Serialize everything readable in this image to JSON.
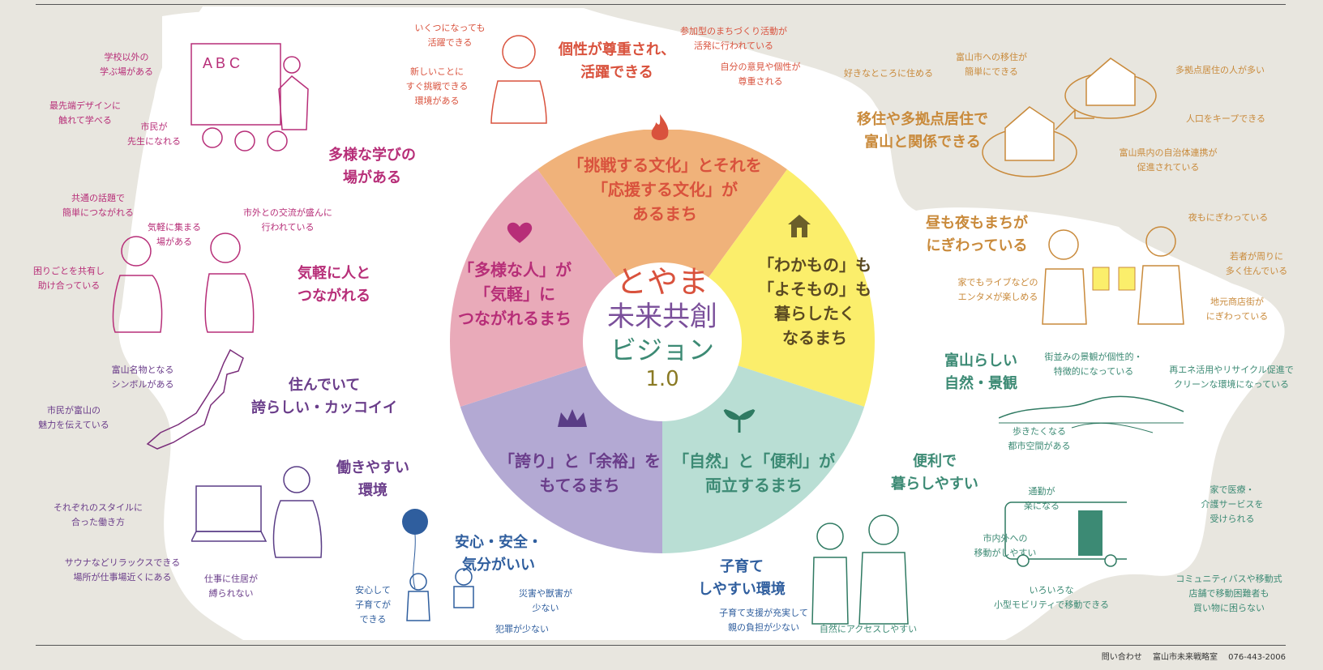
{
  "segments": {
    "top": "「挑戦する文化」とそれを\n「応援する文化」が\nあるまち",
    "right": "「わかもの」も\n「よそもの」も\n暮らしたく\nなるまち",
    "bottom_right": "「自然」と「便利」が\n両立するまち",
    "bottom_left": "「誇り」と「余裕」を\nもてるまち",
    "left": "「多様な人」が\n「気軽」に\nつながれるまち"
  },
  "center": {
    "line1": "とやま",
    "line2": "未来共創",
    "line3": "ビジョン",
    "line4": "1.0"
  },
  "colors": {
    "top": "#f0b27a",
    "right": "#fbee6b",
    "bottom_right": "#b9ded4",
    "bottom_left": "#b3a9d3",
    "left": "#e9aab9"
  },
  "headings": {
    "individuality": "個性が尊重され、\n活躍できる",
    "learning": "多様な学びの\n場がある",
    "connect": "気軽に人と\nつながれる",
    "proud": "住んでいて\n誇らしい・カッコイイ",
    "work": "働きやすい\n環境",
    "safe": "安心・安全・\n気分がいい",
    "childcare": "子育て\nしやすい環境",
    "convenient": "便利で\n暮らしやすい",
    "nature": "富山らしい\n自然・景観",
    "lively": "昼も夜もまちが\nにぎわっている",
    "migration": "移住や多拠点居住で\n富山と関係できる"
  },
  "notes": {
    "n1": "いくつになっても\n活躍できる",
    "n2": "新しいことに\nすぐ挑戦できる\n環境がある",
    "n3": "参加型のまちづくり活動が\n活発に行われている",
    "n4": "自分の意見や個性が\n尊重される",
    "n5": "学校以外の\n学ぶ場がある",
    "n6": "最先端デザインに\n触れて学べる",
    "n7": "市民が\n先生になれる",
    "n8": "共通の話題で\n簡単につながれる",
    "n9": "気軽に集まる\n場がある",
    "n10": "市外との交流が盛んに\n行われている",
    "n11": "困りごとを共有し\n助け合っている",
    "n12": "富山名物となる\nシンボルがある",
    "n13": "市民が富山の\n魅力を伝えている",
    "n14": "それぞれのスタイルに\n合った働き方",
    "n15": "サウナなどリラックスできる\n場所が仕事場近くにある",
    "n16": "仕事に住居が\n縛られない",
    "n17": "安心して\n子育てが\nできる",
    "n18": "災害や獣害が\n少ない",
    "n19": "犯罪が少ない",
    "n20": "子育て支援が充実して\n親の負担が少ない",
    "n21": "自然にアクセスしやすい",
    "n22": "通勤が\n楽になる",
    "n23": "市内外への\n移動がしやすい",
    "n24": "家で医療・\n介護サービスを\n受けられる",
    "n25": "いろいろな\n小型モビリティで移動できる",
    "n26": "コミュニティバスや移動式\n店舗で移動困難者も\n買い物に困らない",
    "n27": "街並みの景観が個性的・\n特徴的になっている",
    "n28": "再エネ活用やリサイクル促進で\nクリーンな環境になっている",
    "n29": "歩きたくなる\n都市空間がある",
    "n30": "家でもライブなどの\nエンタメが楽しめる",
    "n31": "夜もにぎわっている",
    "n32": "若者が周りに\n多く住んでいる",
    "n33": "地元商店街が\nにぎわっている",
    "n34": "好きなところに住める",
    "n35": "富山市への移住が\n簡単にできる",
    "n36": "多拠点居住の人が多い",
    "n37": "人口をキープできる",
    "n38": "富山県内の自治体連携が\n促進されている"
  },
  "icons": {
    "top": "flame-icon",
    "right": "house-icon",
    "bottom_right": "sprout-icon",
    "bottom_left": "crown-icon",
    "left": "heart-icon"
  },
  "illustration_letters": "A B C",
  "contact": {
    "label": "問い合わせ",
    "org": "富山市未来戦略室",
    "tel": "076-443-2006"
  }
}
